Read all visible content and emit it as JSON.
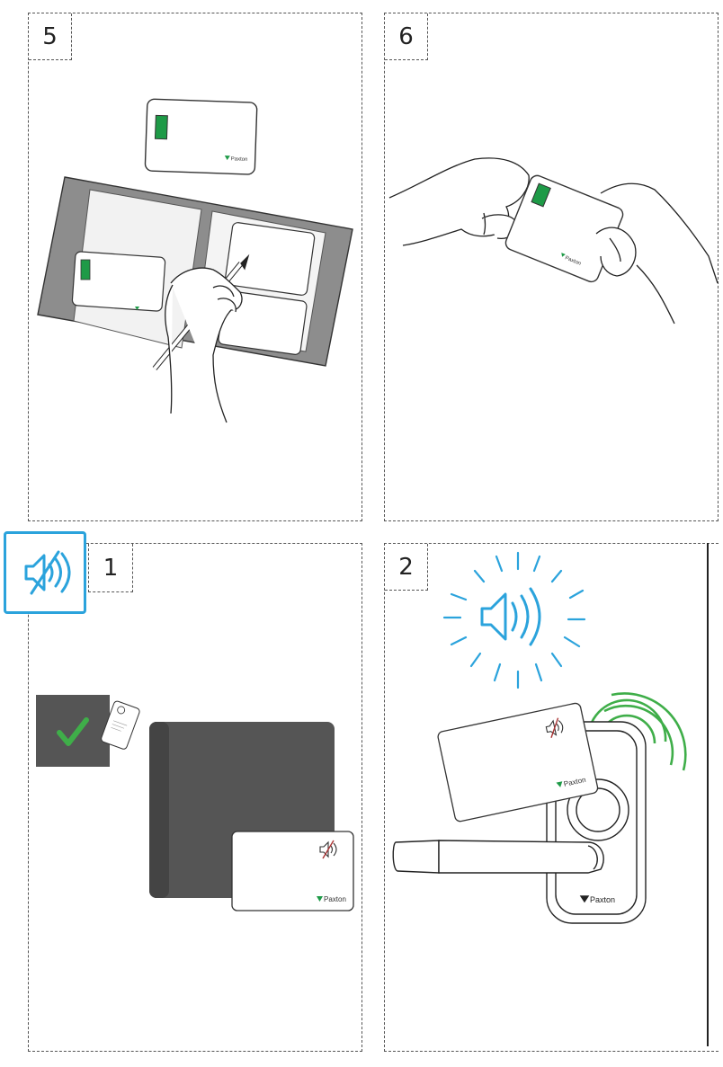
{
  "steps": {
    "p5": "5",
    "p6": "6",
    "p1": "1",
    "p2": "2"
  },
  "brand": "Paxton",
  "colors": {
    "card_green": "#1e9a47",
    "accent_blue": "#2ba3dc",
    "wave_green": "#3fae49",
    "dark_gray": "#555555"
  },
  "icons": [
    "speaker-muted-icon",
    "speaker-icon",
    "checkmark-icon",
    "wireless-signal-icon",
    "paxton-logo-icon"
  ]
}
